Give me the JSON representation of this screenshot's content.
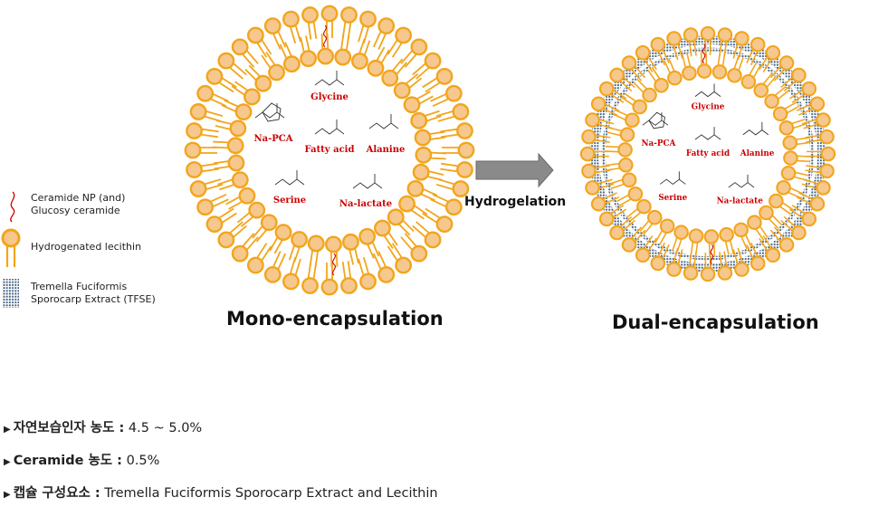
{
  "legend": {
    "ceramide": [
      "Ceramide NP (and)",
      "Glucosy ceramide"
    ],
    "lecithin": "Hydrogenated lecithin",
    "tfse": [
      "Tremella Fuciformis",
      "Sporocarp Extract (TFSE)"
    ]
  },
  "mono": {
    "caption": "Mono-encapsulation",
    "molecules": [
      "Glycine",
      "Na-PCA",
      "Fatty acid",
      "Alanine",
      "Serine",
      "Na-lactate"
    ]
  },
  "dual": {
    "caption": "Dual-encapsulation",
    "molecules": [
      "Glycine",
      "Na-PCA",
      "Fatty acid",
      "Alanine",
      "Serine",
      "Na-lactate"
    ]
  },
  "arrow_label": "Hydrogelation",
  "notes": [
    {
      "key": "자연보습인자 농도 :",
      "value": " 4.5 ~ 5.0%"
    },
    {
      "key": "Ceramide 농도 :",
      "value": " 0.5%"
    },
    {
      "key": "캡슐 구성요소 :",
      "value": " Tremella Fuciformis Sporocarp Extract  and Lecithin"
    }
  ],
  "colors": {
    "lecithin_head": "#f6c88e",
    "lecithin_stroke": "#f2a51c",
    "molecule_label": "#cc0000",
    "tfse_dot": "#3a5a7c",
    "arrow": "#8a8a8a"
  }
}
